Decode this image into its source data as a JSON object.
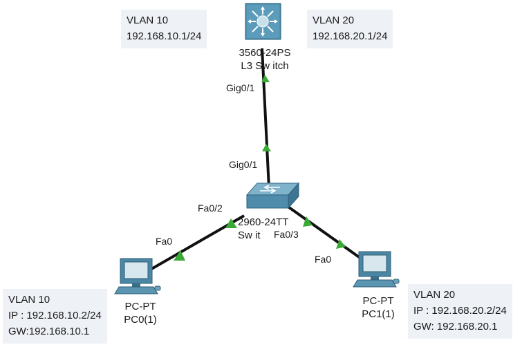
{
  "notes": {
    "l3_vlan10": {
      "title": "VLAN 10",
      "addr": "192.168.10.1/24"
    },
    "l3_vlan20": {
      "title": "VLAN 20",
      "addr": "192.168.20.1/24"
    },
    "pc0": {
      "title": "VLAN 10",
      "ip": "IP :  192.168.10.2/24",
      "gw": "GW:192.168.10.1"
    },
    "pc1": {
      "title": "VLAN 20",
      "ip": "IP :  192.168.20.2/24",
      "gw": "GW:  192.168.20.1"
    }
  },
  "devices": {
    "l3_switch": {
      "model": "3560-24PS",
      "name": "L3   Sw itch",
      "icon": "multilayer-switch-icon"
    },
    "access_switch": {
      "model": "2960-24TT",
      "name": "Sw it",
      "icon": "switch-icon"
    },
    "pc0": {
      "model": "PC-PT",
      "name": "PC0(1)",
      "icon": "pc-icon"
    },
    "pc1": {
      "model": "PC-PT",
      "name": "PC1(1)",
      "icon": "pc-icon"
    }
  },
  "ports": {
    "l3_gig": "Gig0/1",
    "sw_gig": "Gig0/1",
    "sw_fa2": "Fa0/2",
    "sw_fa3": "Fa0/3",
    "pc0_fa": "Fa0",
    "pc1_fa": "Fa0"
  },
  "colors": {
    "link": "#111111",
    "link_up": "#3aa935",
    "note_bg": "#eef1f6"
  }
}
